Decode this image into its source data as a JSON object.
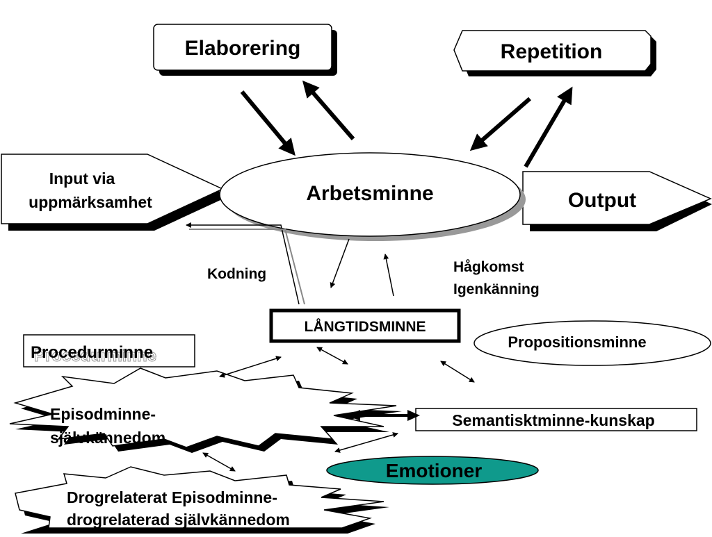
{
  "nodes": {
    "elaborering": "Elaborering",
    "repetition": "Repetition",
    "input": [
      "Input via",
      "uppmärksamhet"
    ],
    "arbetsminne": "Arbetsminne",
    "output": "Output",
    "kodning": "Kodning",
    "hagkomst": [
      "Hågkomst",
      "Igenkänning"
    ],
    "langtidsminne": "LÅNGTIDSMINNE",
    "procedurminne": "Procedurminne",
    "propositionsminne": "Propositionsminne",
    "episodminne": [
      "Episodminne-",
      "självkännedom"
    ],
    "semantiskt": "Semantisktminne-kunskap",
    "emotioner": "Emotioner",
    "drogrelaterat": [
      "Drogrelaterat Episodminne-",
      "drogrelaterad självkännedom"
    ]
  },
  "colors": {
    "emotioner_fill": "#0f9a8c",
    "ink": "#000000",
    "paper": "#ffffff",
    "connector_gray": "#888888"
  }
}
